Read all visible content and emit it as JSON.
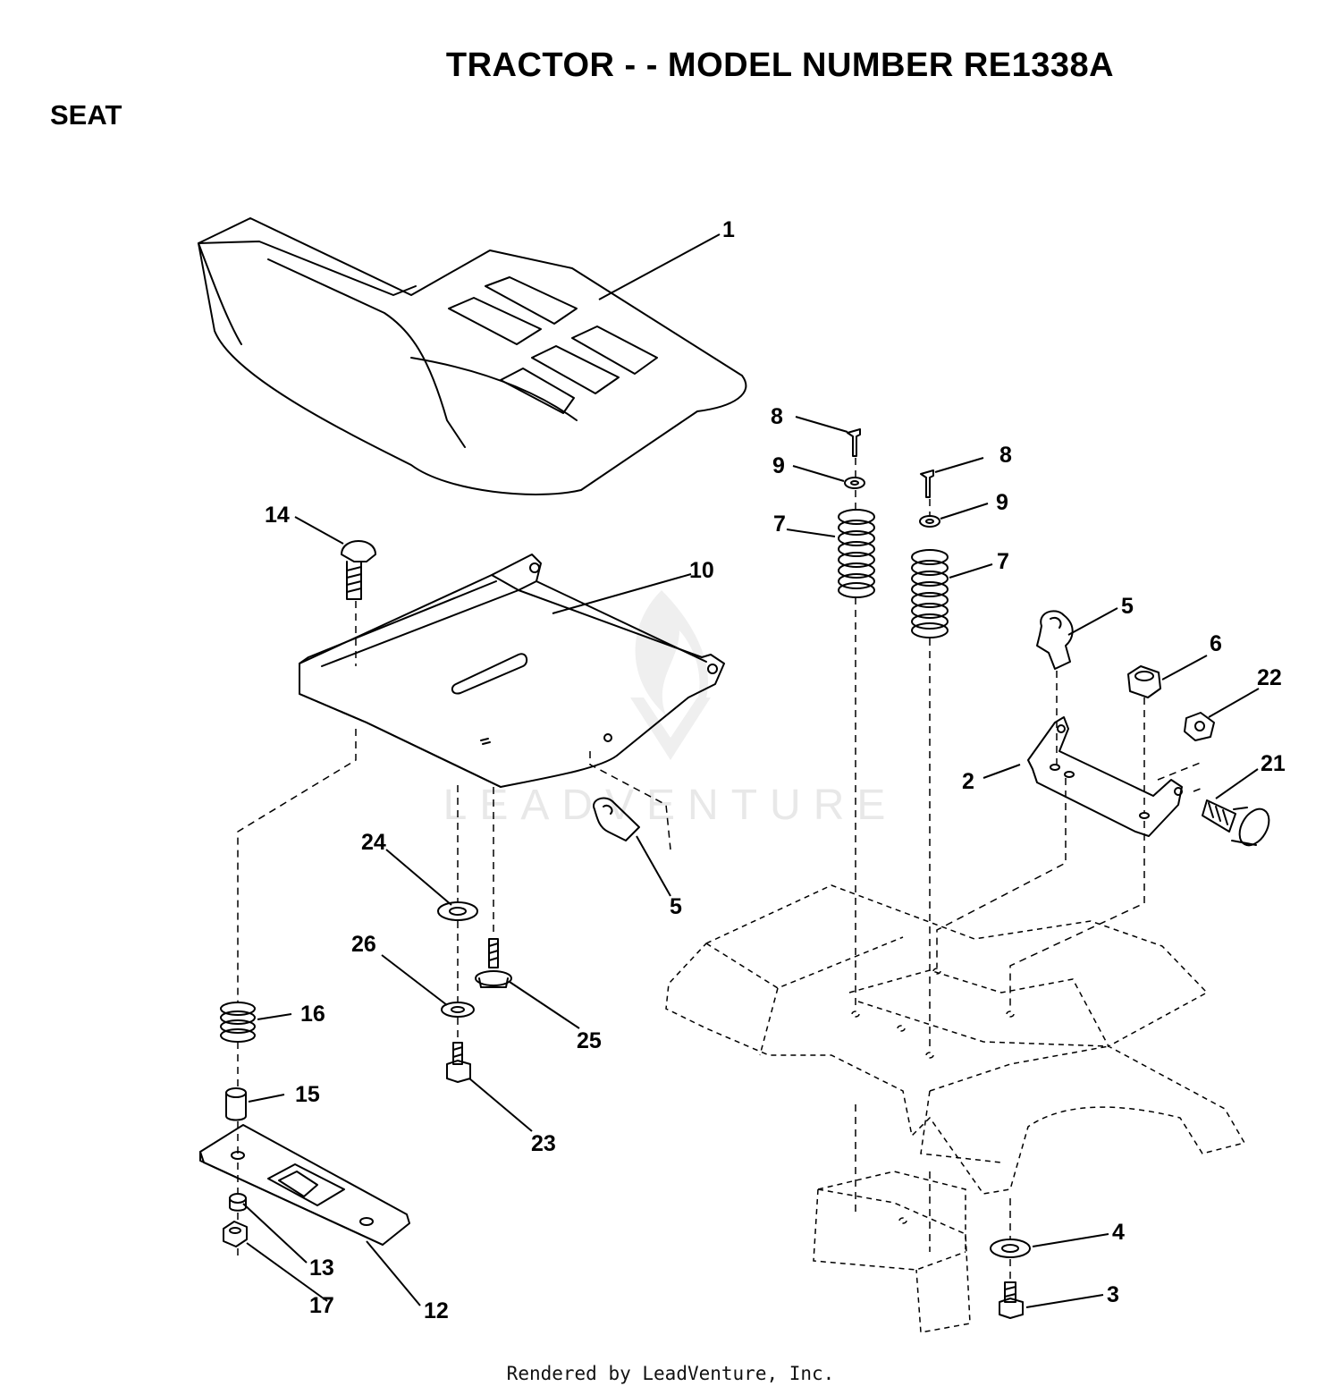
{
  "header": {
    "title": "TRACTOR - - MODEL NUMBER RE1338A",
    "section": "SEAT"
  },
  "watermark": "LEADVENTURE",
  "footer": {
    "credit": "Rendered by LeadVenture, Inc."
  },
  "callouts": {
    "c1": "1",
    "c2": "2",
    "c3": "3",
    "c4": "4",
    "c5a": "5",
    "c5b": "5",
    "c6": "6",
    "c7a": "7",
    "c7b": "7",
    "c8a": "8",
    "c8b": "8",
    "c9a": "9",
    "c9b": "9",
    "c10": "10",
    "c12": "12",
    "c13": "13",
    "c14": "14",
    "c15": "15",
    "c16": "16",
    "c17": "17",
    "c21": "21",
    "c22": "22",
    "c23": "23",
    "c24": "24",
    "c25": "25",
    "c26": "26"
  },
  "colors": {
    "line": "#000000",
    "watermark": "#e8e8e8",
    "background": "#ffffff"
  }
}
